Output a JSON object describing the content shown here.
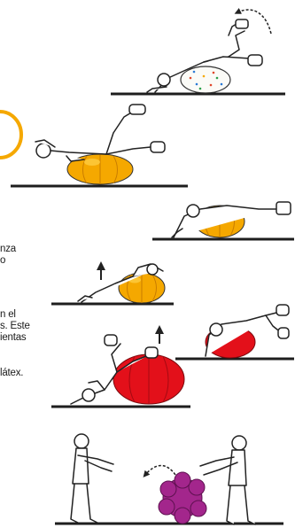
{
  "text_fragments": [
    "nza",
    "o",
    "n el",
    "s. Este",
    "ientas",
    "látex."
  ],
  "colors": {
    "yellow_ball": "#f5a800",
    "yellow_highlight": "#ffd24a",
    "red_ball": "#e3101a",
    "purple_ball": "#a3268c",
    "floor": "#1e1e1e",
    "line": "#222222"
  },
  "icons": [
    "curved-arrow-icon",
    "up-arrow-icon",
    "curved-arrow-icon"
  ]
}
